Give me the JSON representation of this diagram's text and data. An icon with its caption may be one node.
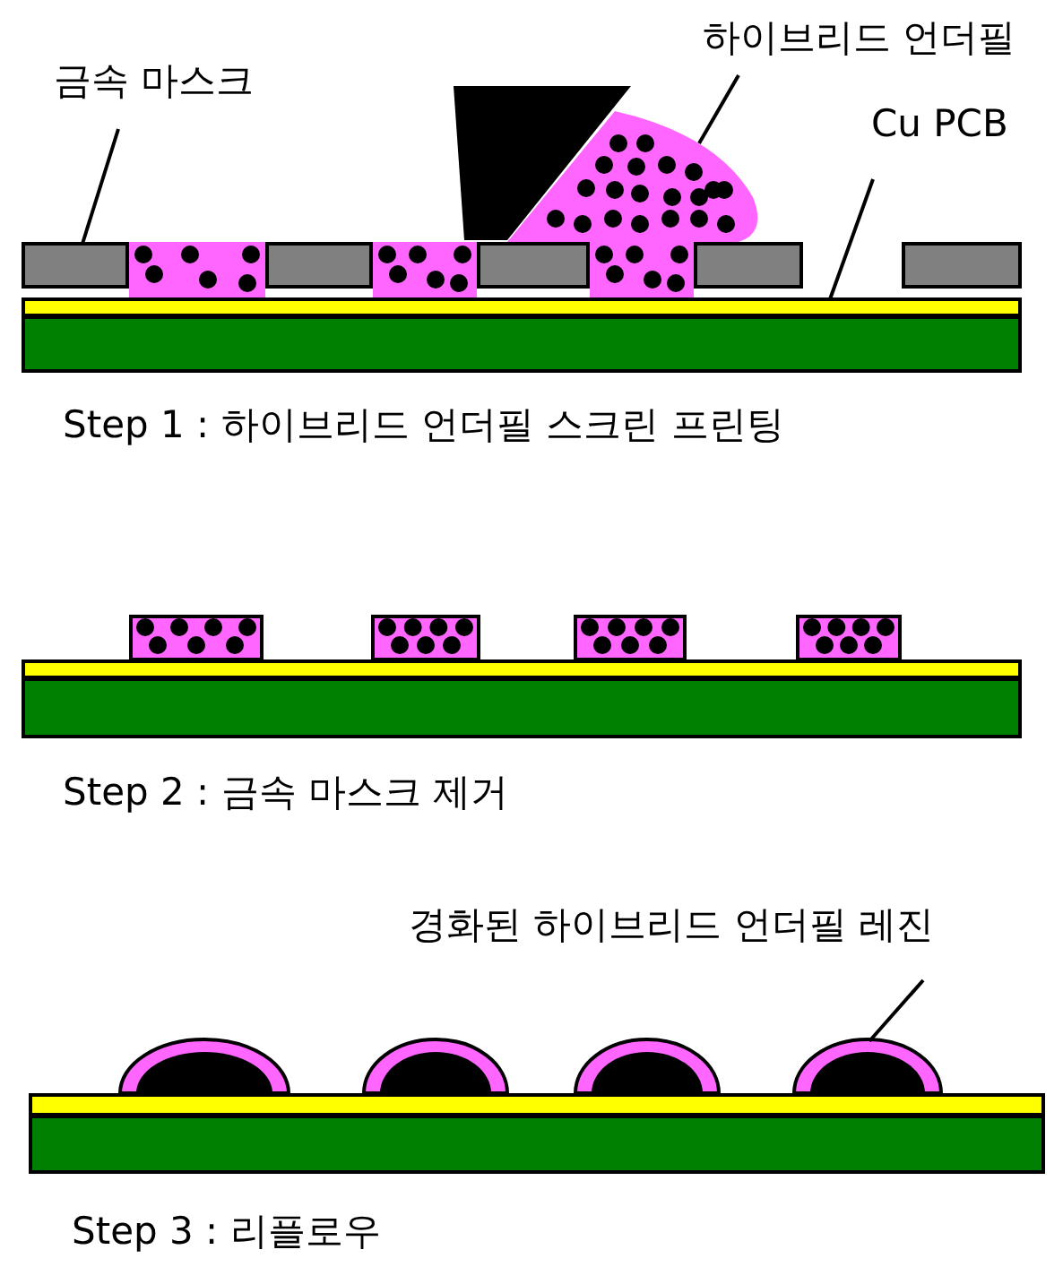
{
  "diagram": {
    "nodes": [
      {
        "text": [
          "금속 마스크"
        ]
      },
      {
        "text": [
          "하이브리드 언더필"
        ]
      },
      {
        "text": [
          "Cu PCB"
        ]
      },
      {
        "text": [],
        "shape": "blob"
      },
      {
        "text": [],
        "shape": "box"
      },
      {
        "text": [],
        "shape": "box"
      },
      {
        "text": [],
        "shape": "box"
      },
      {
        "text": [],
        "shape": "box"
      },
      {
        "text": [],
        "shape": "box"
      },
      {
        "text": [],
        "shape": "bar"
      },
      {
        "text": [],
        "shape": "bar"
      },
      {
        "text": [],
        "shape": "box"
      },
      {
        "text": [],
        "shape": "box"
      },
      {
        "text": [],
        "shape": "box"
      },
      {
        "text": [],
        "shape": "box"
      },
      {
        "text": [],
        "shape": "bar"
      },
      {
        "text": [],
        "shape": "bar"
      },
      {
        "text": [
          "경화된 하이브리드 언더필 레진"
        ]
      },
      {
        "text": [],
        "shape": "dome"
      },
      {
        "text": [],
        "shape": "dome"
      },
      {
        "text": [],
        "shape": "dome"
      },
      {
        "text": [],
        "shape": "dome"
      },
      {
        "text": [],
        "shape": "bar"
      },
      {
        "text": [],
        "shape": "bar"
      }
    ],
    "edges": [
      {
        "from": 0,
        "to": 4,
        "arrow": "none"
      },
      {
        "from": 1,
        "to": 3,
        "arrow": "none"
      },
      {
        "from": 2,
        "to": 9,
        "arrow": "none"
      },
      {
        "from": 17,
        "to": 21,
        "arrow": "none"
      }
    ],
    "labels": [
      "Step 1 : 하이브리드 언더필 스크린 프린팅",
      "Step 2 : 금속 마스크 제거",
      "Step 3 : 리플로우"
    ]
  }
}
